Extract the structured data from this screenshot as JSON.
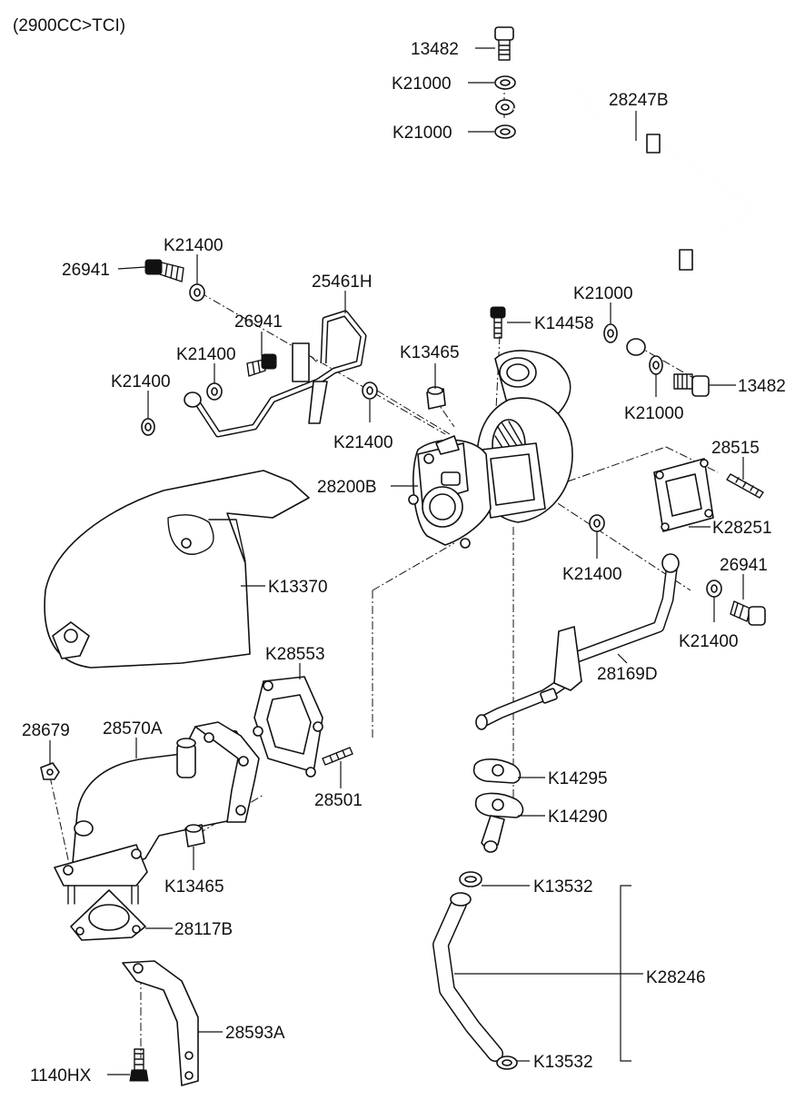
{
  "header": {
    "title": "(2900CC>TCI)"
  },
  "labels": {
    "p13482_top": "13482",
    "k21000_a": "K21000",
    "k21000_b": "K21000",
    "p28247b": "28247B",
    "k21400_a": "K21400",
    "p26941_a": "26941",
    "p25461h": "25461H",
    "p26941_b": "26941",
    "k21400_b": "K21400",
    "k21400_c": "K21400",
    "k21000_c": "K21000",
    "k14458": "K14458",
    "k13465_a": "K13465",
    "p13482_right": "13482",
    "k21000_d": "K21000",
    "k21400_d": "K21400",
    "p28515": "28515",
    "p28200b": "28200B",
    "k28251": "K28251",
    "k21400_e": "K21400",
    "p26941_c": "26941",
    "k13370": "K13370",
    "k21400_f": "K21400",
    "k28553": "K28553",
    "p28169d": "28169D",
    "p28679": "28679",
    "p28570a": "28570A",
    "p28501": "28501",
    "k14295": "K14295",
    "k14290": "K14290",
    "k13465_b": "K13465",
    "k13532_a": "K13532",
    "p28117b": "28117B",
    "k28246": "K28246",
    "p28593a": "28593A",
    "p1140hx": "1140HX",
    "k13532_b": "K13532"
  }
}
